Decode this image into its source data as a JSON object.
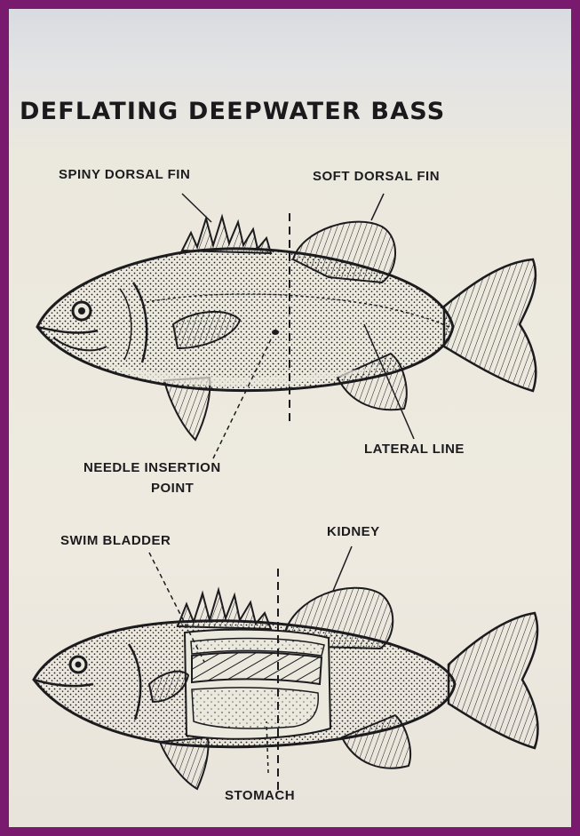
{
  "title": "DEFLATING DEEPWATER BASS",
  "upper_diagram": {
    "labels": {
      "spiny_dorsal_fin": "SPINY DORSAL FIN",
      "soft_dorsal_fin": "SOFT DORSAL FIN",
      "needle_insertion_point_line1": "NEEDLE INSERTION",
      "needle_insertion_point_line2": "POINT",
      "lateral_line": "LATERAL LINE"
    }
  },
  "lower_diagram": {
    "labels": {
      "swim_bladder": "SWIM BLADDER",
      "kidney": "KIDNEY",
      "stomach": "STOMACH"
    }
  },
  "colors": {
    "frame": "#7a1a6e",
    "paper": "#ebe8de",
    "ink": "#1c1b1e"
  }
}
